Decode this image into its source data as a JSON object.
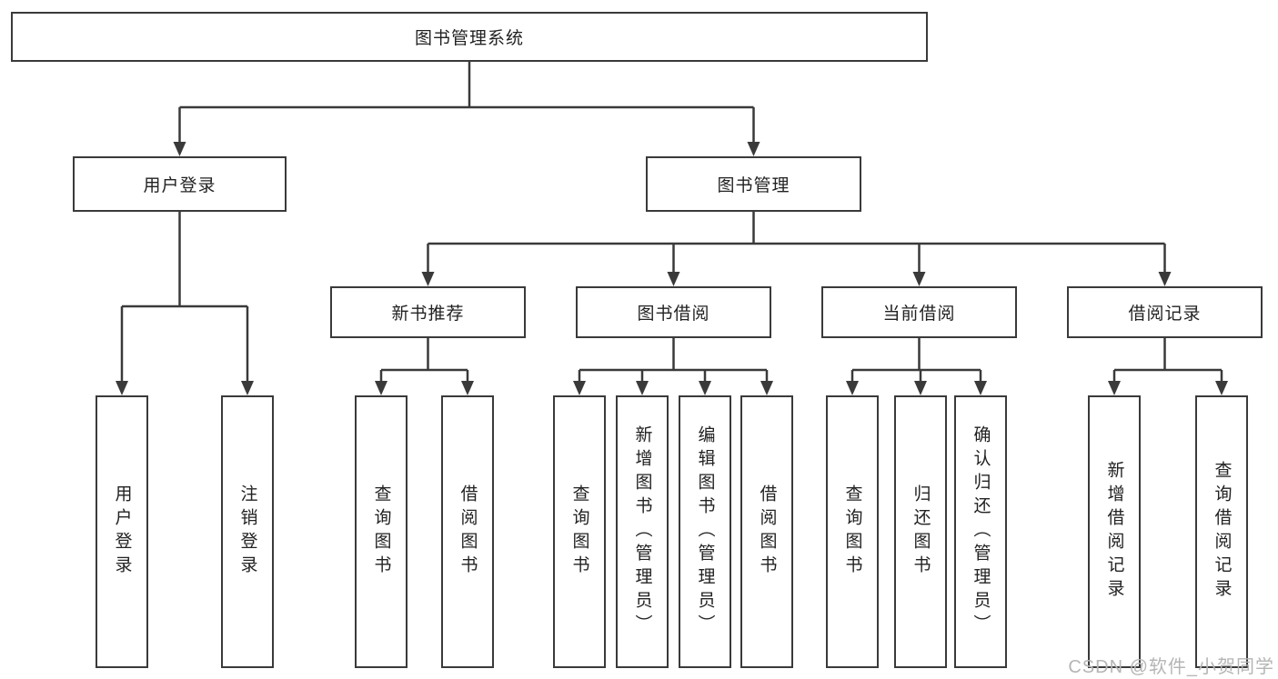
{
  "diagram": {
    "root": {
      "label": "图书管理系统"
    },
    "branches": [
      {
        "label": "用户登录",
        "children": [
          {
            "label": "用户登录"
          },
          {
            "label": "注销登录"
          }
        ]
      },
      {
        "label": "图书管理",
        "children": [
          {
            "label": "新书推荐",
            "children": [
              {
                "label": "查询图书"
              },
              {
                "label": "借阅图书"
              }
            ]
          },
          {
            "label": "图书借阅",
            "children": [
              {
                "label": "查询图书"
              },
              {
                "label": "新增图书（管理员）"
              },
              {
                "label": "编辑图书（管理员）"
              },
              {
                "label": "借阅图书"
              }
            ]
          },
          {
            "label": "当前借阅",
            "children": [
              {
                "label": "查询图书"
              },
              {
                "label": "归还图书"
              },
              {
                "label": "确认归还（管理员）"
              }
            ]
          },
          {
            "label": "借阅记录",
            "children": [
              {
                "label": "新增借阅记录"
              },
              {
                "label": "查询借阅记录"
              }
            ]
          }
        ]
      }
    ]
  },
  "watermark": {
    "text": "CSDN @软件_小贺同学"
  },
  "colors": {
    "line": "#3a3a3a",
    "box_border": "#3a3a3a",
    "text": "#222222",
    "watermark": "#b5b5b5",
    "bg": "#ffffff"
  }
}
